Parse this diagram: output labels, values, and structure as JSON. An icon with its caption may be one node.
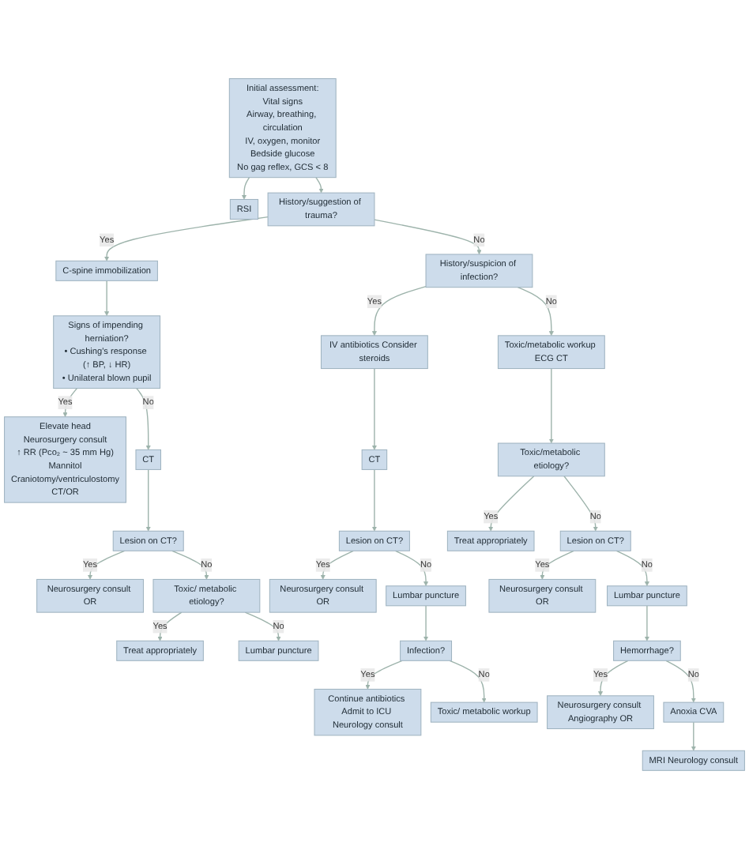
{
  "diagram": {
    "nodes": [
      {
        "text": [
          "Initial assessment:",
          "Vital signs",
          "Airway, breathing, circulation",
          "IV, oxygen, monitor",
          "Bedside glucose",
          "No gag reflex, GCS < 8"
        ]
      },
      {
        "text": [
          "RSI"
        ]
      },
      {
        "text": [
          "History/suggestion of trauma?"
        ]
      },
      {
        "text": [
          "C-spine immobilization"
        ]
      },
      {
        "text": [
          "History/suspicion of infection?"
        ]
      },
      {
        "text": [
          "Signs of impending herniation?",
          "• Cushing's response (↑ BP, ↓ HR)",
          "• Unilateral blown pupil"
        ]
      },
      {
        "text": [
          "IV antibiotics Consider steroids"
        ]
      },
      {
        "text": [
          "Toxic/metabolic workup ECG CT"
        ]
      },
      {
        "text": [
          "Elevate head",
          "Neurosurgery consult",
          "↑ RR (Pco₂ ~ 35 mm Hg)",
          "Mannitol",
          "Craniotomy/ventriculostomy",
          "CT/OR"
        ]
      },
      {
        "text": [
          "CT"
        ]
      },
      {
        "text": [
          "CT"
        ]
      },
      {
        "text": [
          "Toxic/metabolic etiology?"
        ]
      },
      {
        "text": [
          "Lesion on CT?"
        ]
      },
      {
        "text": [
          "Treat appropriately"
        ]
      },
      {
        "text": [
          "Lesion on CT?"
        ]
      },
      {
        "text": [
          "Lesion on CT?"
        ]
      },
      {
        "text": [
          "Neurosurgery consult OR"
        ]
      },
      {
        "text": [
          "Toxic/ metabolic etiology?"
        ]
      },
      {
        "text": [
          "Neurosurgery consult OR"
        ]
      },
      {
        "text": [
          "Lumbar puncture"
        ]
      },
      {
        "text": [
          "Neurosurgery consult OR"
        ]
      },
      {
        "text": [
          "Lumbar puncture"
        ]
      },
      {
        "text": [
          "Treat appropriately"
        ]
      },
      {
        "text": [
          "Lumbar puncture"
        ]
      },
      {
        "text": [
          "Infection?"
        ]
      },
      {
        "text": [
          "Hemorrhage?"
        ]
      },
      {
        "text": [
          "Continue antibiotics Admit to ICU Neurology consult"
        ]
      },
      {
        "text": [
          "Toxic/ metabolic workup"
        ]
      },
      {
        "text": [
          "Neurosurgery consult Angiography OR"
        ]
      },
      {
        "text": [
          "Anoxia CVA"
        ]
      },
      {
        "text": [
          "MRI Neurology consult"
        ]
      }
    ],
    "edges": [
      {
        "from": 0,
        "to": 1,
        "arrow": "to"
      },
      {
        "from": 0,
        "to": 2,
        "arrow": "to"
      },
      {
        "from": 2,
        "to": 3,
        "label": "Yes",
        "arrow": "to"
      },
      {
        "from": 2,
        "to": 4,
        "label": "No",
        "arrow": "to"
      },
      {
        "from": 3,
        "to": 5,
        "arrow": "to"
      },
      {
        "from": 4,
        "to": 6,
        "label": "Yes",
        "arrow": "to"
      },
      {
        "from": 4,
        "to": 7,
        "label": "No",
        "arrow": "to"
      },
      {
        "from": 5,
        "to": 8,
        "label": "Yes",
        "arrow": "to"
      },
      {
        "from": 5,
        "to": 9,
        "label": "No",
        "arrow": "to"
      },
      {
        "from": 6,
        "to": 10,
        "arrow": "to"
      },
      {
        "from": 7,
        "to": 11,
        "arrow": "to"
      },
      {
        "from": 9,
        "to": 12,
        "arrow": "to"
      },
      {
        "from": 10,
        "to": 14,
        "arrow": "to"
      },
      {
        "from": 11,
        "to": 13,
        "label": "Yes",
        "arrow": "to"
      },
      {
        "from": 11,
        "to": 15,
        "label": "No",
        "arrow": "to"
      },
      {
        "from": 12,
        "to": 16,
        "label": "Yes",
        "arrow": "to"
      },
      {
        "from": 12,
        "to": 17,
        "label": "No",
        "arrow": "to"
      },
      {
        "from": 14,
        "to": 18,
        "label": "Yes",
        "arrow": "to"
      },
      {
        "from": 14,
        "to": 19,
        "label": "No",
        "arrow": "to"
      },
      {
        "from": 15,
        "to": 20,
        "label": "Yes",
        "arrow": "to"
      },
      {
        "from": 15,
        "to": 21,
        "label": "No",
        "arrow": "to"
      },
      {
        "from": 17,
        "to": 22,
        "label": "Yes",
        "arrow": "to"
      },
      {
        "from": 17,
        "to": 23,
        "label": "No",
        "arrow": "to"
      },
      {
        "from": 19,
        "to": 24,
        "arrow": "to"
      },
      {
        "from": 21,
        "to": 25,
        "arrow": "to"
      },
      {
        "from": 24,
        "to": 26,
        "label": "Yes",
        "arrow": "to"
      },
      {
        "from": 24,
        "to": 27,
        "label": "No",
        "arrow": "to"
      },
      {
        "from": 25,
        "to": 28,
        "label": "Yes",
        "arrow": "to"
      },
      {
        "from": 25,
        "to": 29,
        "label": "No",
        "arrow": "to"
      },
      {
        "from": 29,
        "to": 30,
        "arrow": "to"
      }
    ]
  }
}
